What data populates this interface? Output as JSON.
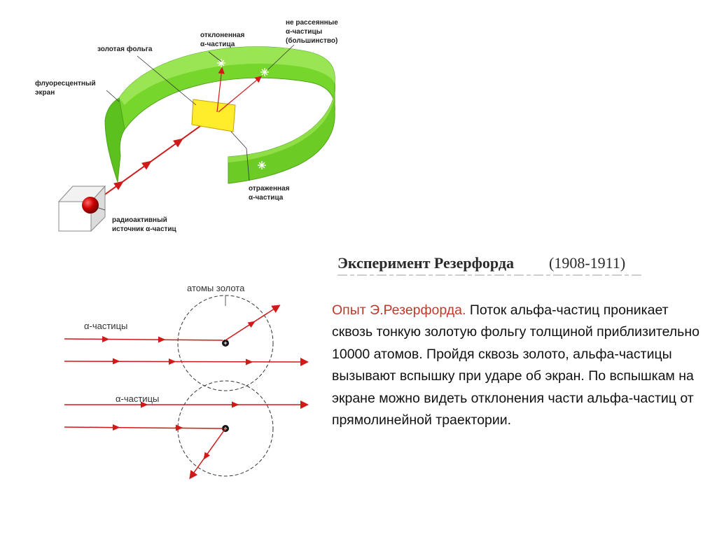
{
  "top_diagram": {
    "label_no_scatter": [
      "не рассеянные",
      "α-частицы",
      "(большинство)"
    ],
    "label_deflected": [
      "отклоненная",
      "α-частица"
    ],
    "label_gold_foil": "золотая фольга",
    "label_screen": [
      "флуоресцентный",
      "экран"
    ],
    "label_reflected": [
      "отраженная",
      "α-частица"
    ],
    "label_source": [
      "радиоактивный",
      "источник α-частиц"
    ]
  },
  "title": {
    "text": "Эксперимент Резерфорда",
    "years": "(1908-1911)"
  },
  "bottom_diagram": {
    "label_atoms": "атомы золота",
    "label_alpha_1": "α-частицы",
    "label_alpha_2": "α-частицы",
    "nucleus_sign": "+"
  },
  "description": {
    "lead": "Опыт Э.Резерфорда.",
    "body": " Поток альфа-частиц проникает сквозь тонкую золотую фольгу толщиной приблизительно 10000 атомов. Пройдя сквозь золото, альфа-частицы вызывают вспышку при ударе об экран. По вспышкам на экране можно видеть отклонения части альфа-частиц от прямолинейной траектории."
  },
  "colors": {
    "ring_green": "#77d62c",
    "ring_dark": "#4fa51a",
    "beam_red": "#d01a1a",
    "foil_yellow": "#ffec2a"
  }
}
